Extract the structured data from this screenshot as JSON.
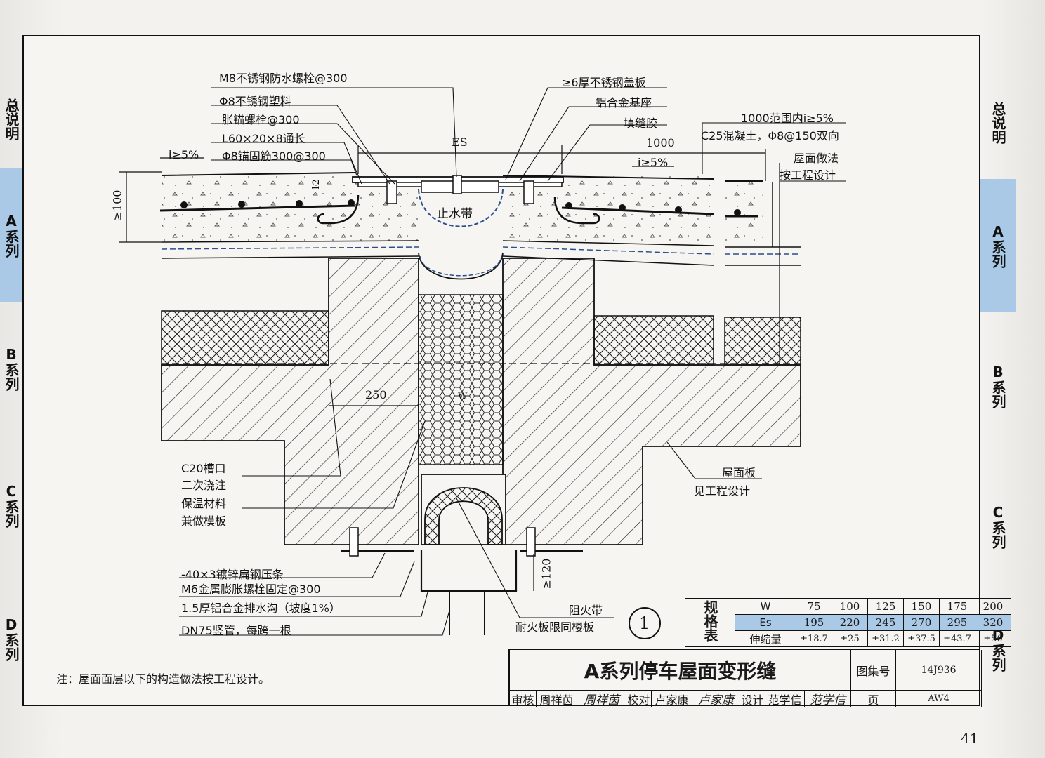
{
  "tabs_left": [
    {
      "label": "总说明",
      "active": false
    },
    {
      "label": "A系列",
      "active": true
    },
    {
      "label": "B系列",
      "active": false
    },
    {
      "label": "C系列",
      "active": false
    },
    {
      "label": "D系列",
      "active": false
    }
  ],
  "tabs_right": [
    {
      "label": "总说明",
      "active": false
    },
    {
      "label": "A系列",
      "active": true
    },
    {
      "label": "B系列",
      "active": false
    },
    {
      "label": "C系列",
      "active": false
    },
    {
      "label": "D系列",
      "active": false
    }
  ],
  "colors": {
    "accent": "#a9c9e6",
    "line": "#111111",
    "waterstop": "#2b4f8c"
  },
  "callouts": {
    "bolt_m8": "M8不锈钢防水螺栓@300",
    "plastic": "Φ8不锈钢塑料",
    "anchor_bolt": "胀锚螺栓@300",
    "angle": "L60×20×8通长",
    "rebar": "Φ8锚固筋300@300",
    "slope_left": "i≥5%",
    "es": "ES",
    "cover": "≥6厚不锈钢盖板",
    "base": "铝合金基座",
    "sealant": "填缝胶",
    "range": "1000范围内i≥5%",
    "concrete": "C25混凝土，Φ8@150双向",
    "dim_1000": "1000",
    "slope_right": "i≥5%",
    "roof_method_1": "屋面做法",
    "roof_method_2": "按工程设计",
    "dim_12": "12",
    "dim_100": "≥100",
    "waterstop": "止水带",
    "dim_250": "250",
    "w": "W",
    "groove_1": "C20槽口",
    "groove_2": "二次浇注",
    "insul_1": "保温材料",
    "insul_2": "兼做模板",
    "slab_1": "屋面板",
    "slab_2": "见工程设计",
    "strip": "-40×3镀锌扁钢压条",
    "m6": "M6金属膨胀螺栓固定@300",
    "gutter": "1.5厚铝合金排水沟（坡度1%）",
    "downpipe": "DN75竖管，每跨一根",
    "dim_120": "≥120",
    "fire_1": "阻火带",
    "fire_2": "耐火板限同楼板",
    "detail_no": "1"
  },
  "spec_table": {
    "caption": "规格表",
    "rows": [
      {
        "head": "W",
        "values": [
          "75",
          "100",
          "125",
          "150",
          "175",
          "200"
        ],
        "highlight": false
      },
      {
        "head": "Es",
        "values": [
          "195",
          "220",
          "245",
          "270",
          "295",
          "320"
        ],
        "highlight": true
      },
      {
        "head": "伸缩量",
        "values": [
          "±18.7",
          "±25",
          "±31.2",
          "±37.5",
          "±43.7",
          "±50"
        ],
        "highlight": false
      }
    ]
  },
  "title_block": {
    "title": "A系列停车屋面变形缝",
    "atlas_label": "图集号",
    "atlas_value": "14J936",
    "review_label": "审核",
    "review_name": "周祥茵",
    "review_sig": "周祥茵",
    "check_label": "校对",
    "check_name": "卢家康",
    "check_sig": "卢家康",
    "design_label": "设计",
    "design_name": "范学信",
    "design_sig": "范学信",
    "page_label": "页",
    "page_value": "AW4"
  },
  "note": "注：屋面面层以下的构造做法按工程设计。",
  "page_number": "41"
}
